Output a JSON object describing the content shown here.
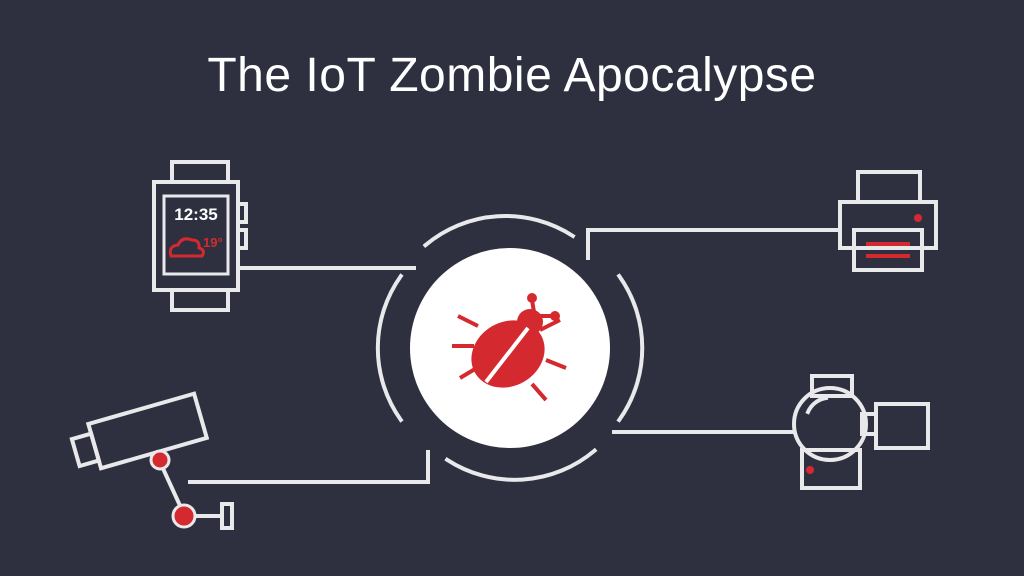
{
  "title": "The IoT Zombie Apocalypse",
  "smartwatch": {
    "time": "12:35",
    "temperature": "19°"
  },
  "colors": {
    "background": "#2e3040",
    "line": "#e9e9ec",
    "accent": "#d42a2f",
    "hub": "#ffffff"
  },
  "icons": [
    "smartwatch-icon",
    "printer-icon",
    "security-camera-icon",
    "smart-lock-icon",
    "bug-icon"
  ]
}
